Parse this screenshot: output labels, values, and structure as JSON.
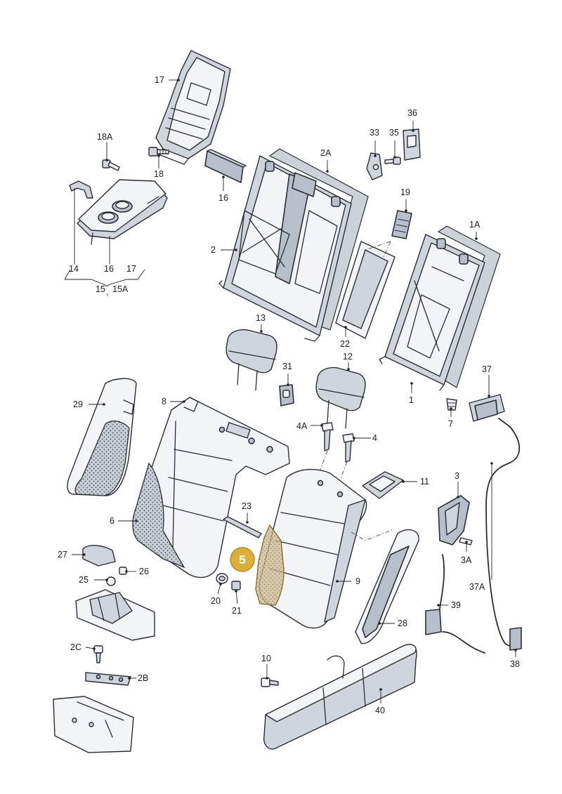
{
  "labels": [
    {
      "id": "l17",
      "text": "17"
    },
    {
      "id": "l18A",
      "text": "18A"
    },
    {
      "id": "l18",
      "text": "18"
    },
    {
      "id": "l16",
      "text": "16"
    },
    {
      "id": "lg14",
      "text": "14"
    },
    {
      "id": "lg16",
      "text": "16"
    },
    {
      "id": "lg17",
      "text": "17"
    },
    {
      "id": "lg15",
      "text": "15"
    },
    {
      "id": "lg15A",
      "text": "15A"
    },
    {
      "id": "l2A",
      "text": "2A"
    },
    {
      "id": "l2",
      "text": "2"
    },
    {
      "id": "l33",
      "text": "33"
    },
    {
      "id": "l35",
      "text": "35"
    },
    {
      "id": "l36",
      "text": "36"
    },
    {
      "id": "l19",
      "text": "19"
    },
    {
      "id": "l1A",
      "text": "1A"
    },
    {
      "id": "l22",
      "text": "22"
    },
    {
      "id": "l13",
      "text": "13"
    },
    {
      "id": "l31",
      "text": "31"
    },
    {
      "id": "l12",
      "text": "12"
    },
    {
      "id": "l1",
      "text": "1"
    },
    {
      "id": "l37",
      "text": "37"
    },
    {
      "id": "l7",
      "text": "7"
    },
    {
      "id": "l29",
      "text": "29"
    },
    {
      "id": "l8",
      "text": "8"
    },
    {
      "id": "l4A",
      "text": "4A"
    },
    {
      "id": "l4",
      "text": "4"
    },
    {
      "id": "l11",
      "text": "11"
    },
    {
      "id": "l3",
      "text": "3"
    },
    {
      "id": "l6",
      "text": "6"
    },
    {
      "id": "l23",
      "text": "23"
    },
    {
      "id": "l3A",
      "text": "3A"
    },
    {
      "id": "l37A",
      "text": "37A"
    },
    {
      "id": "l27",
      "text": "27"
    },
    {
      "id": "l26",
      "text": "26"
    },
    {
      "id": "l25",
      "text": "25"
    },
    {
      "id": "l9",
      "text": "9"
    },
    {
      "id": "l20",
      "text": "20"
    },
    {
      "id": "l21",
      "text": "21"
    },
    {
      "id": "l39",
      "text": "39"
    },
    {
      "id": "l28",
      "text": "28"
    },
    {
      "id": "l2C",
      "text": "2C"
    },
    {
      "id": "l2B",
      "text": "2B"
    },
    {
      "id": "l10",
      "text": "10"
    },
    {
      "id": "l40",
      "text": "40"
    },
    {
      "id": "l38",
      "text": "38"
    }
  ],
  "badge": {
    "text": "5",
    "fill": "#dcae3c",
    "highlight": "#d6a028"
  }
}
